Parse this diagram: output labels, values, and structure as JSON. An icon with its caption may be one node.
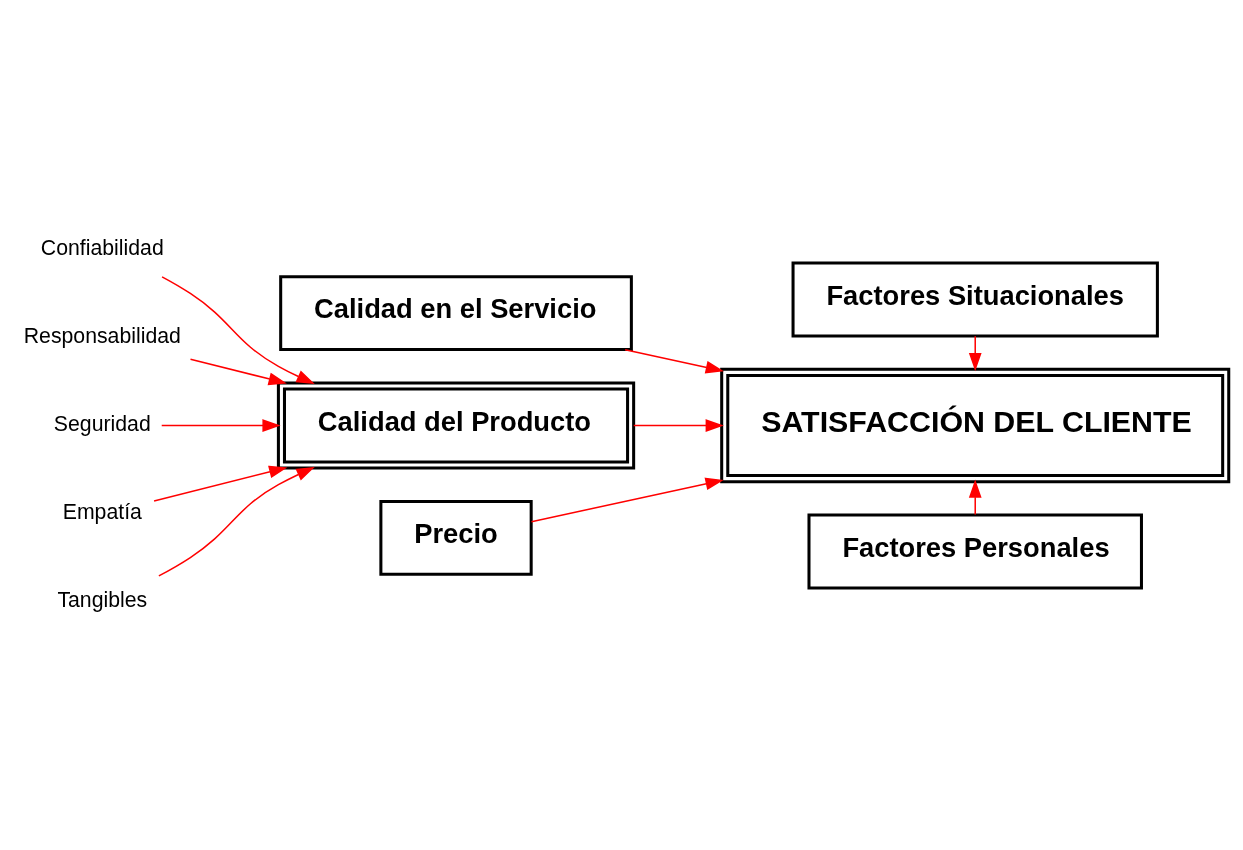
{
  "diagram": {
    "nodes": [
      {
        "text": [
          "Factores Situacionales"
        ]
      },
      {
        "text": [
          "Calidad en el Servicio"
        ]
      },
      {
        "text": [
          "Calidad del Producto"
        ]
      },
      {
        "text": [
          "Precio"
        ]
      },
      {
        "text": [
          "SATISFACCIÓN DEL CLIENTE"
        ]
      },
      {
        "text": [
          "Factores Personales"
        ]
      },
      {
        "text": [
          "Confiabilidad"
        ]
      },
      {
        "text": [
          "Responsabilidad"
        ]
      },
      {
        "text": [
          "Seguridad"
        ]
      },
      {
        "text": [
          "Empatía"
        ]
      },
      {
        "text": [
          "Tangibles"
        ]
      }
    ],
    "edges": [
      {
        "from": 6,
        "to": 2,
        "arrow": "to",
        "color": "#ff0000"
      },
      {
        "from": 7,
        "to": 2,
        "arrow": "to",
        "color": "#ff0000"
      },
      {
        "from": 8,
        "to": 2,
        "arrow": "to",
        "color": "#ff0000"
      },
      {
        "from": 9,
        "to": 2,
        "arrow": "to",
        "color": "#ff0000"
      },
      {
        "from": 10,
        "to": 2,
        "arrow": "to",
        "color": "#ff0000"
      },
      {
        "from": 1,
        "to": 4,
        "arrow": "to",
        "color": "#ff0000"
      },
      {
        "from": 2,
        "to": 4,
        "arrow": "to",
        "color": "#ff0000"
      },
      {
        "from": 3,
        "to": 4,
        "arrow": "to",
        "color": "#ff0000"
      },
      {
        "from": 0,
        "to": 4,
        "arrow": "to",
        "color": "#ff0000"
      },
      {
        "from": 5,
        "to": 4,
        "arrow": "to",
        "color": "#ff0000"
      }
    ]
  }
}
